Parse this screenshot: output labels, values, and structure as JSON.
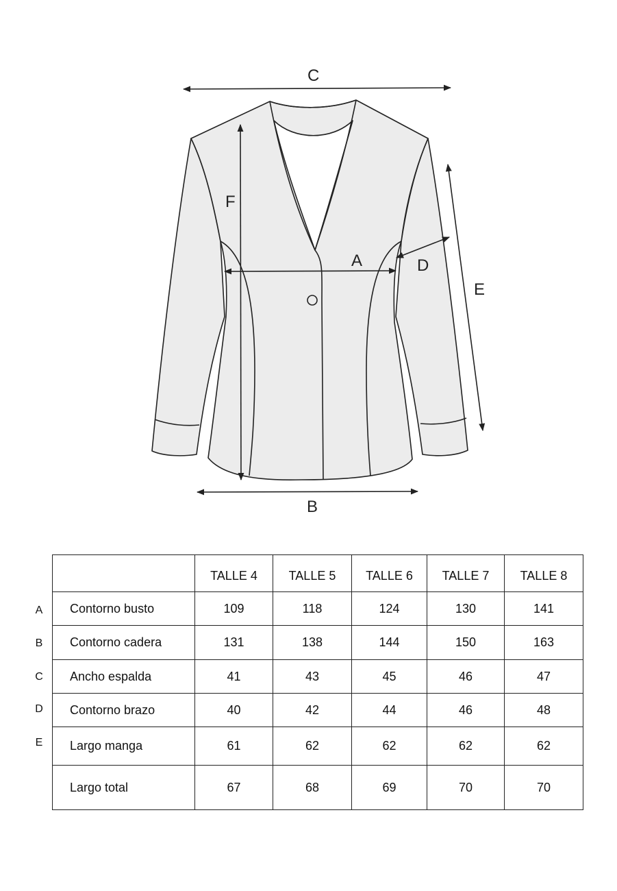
{
  "diagram": {
    "labels": {
      "a": "A",
      "b": "B",
      "c": "C",
      "d": "D",
      "e": "E",
      "f": "F"
    }
  },
  "table": {
    "headers": [
      "",
      "TALLE 4",
      "TALLE 5",
      "TALLE 6",
      "TALLE 7",
      "TALLE 8"
    ],
    "rows": [
      {
        "letter": "A",
        "name": "Contorno busto",
        "values": [
          "109",
          "118",
          "124",
          "130",
          "141"
        ]
      },
      {
        "letter": "B",
        "name": "Contorno cadera",
        "values": [
          "131",
          "138",
          "144",
          "150",
          "163"
        ]
      },
      {
        "letter": "C",
        "name": "Ancho espalda",
        "values": [
          "41",
          "43",
          "45",
          "46",
          "47"
        ]
      },
      {
        "letter": "D",
        "name": "Contorno brazo",
        "values": [
          "40",
          "42",
          "44",
          "46",
          "48"
        ]
      },
      {
        "letter": "E",
        "name": "Largo manga",
        "values": [
          "61",
          "62",
          "62",
          "62",
          "62"
        ]
      },
      {
        "letter": "",
        "name": "Largo total",
        "values": [
          "67",
          "68",
          "69",
          "70",
          "70"
        ]
      }
    ]
  },
  "colors": {
    "garment_fill": "#ececec",
    "line": "#222222"
  }
}
